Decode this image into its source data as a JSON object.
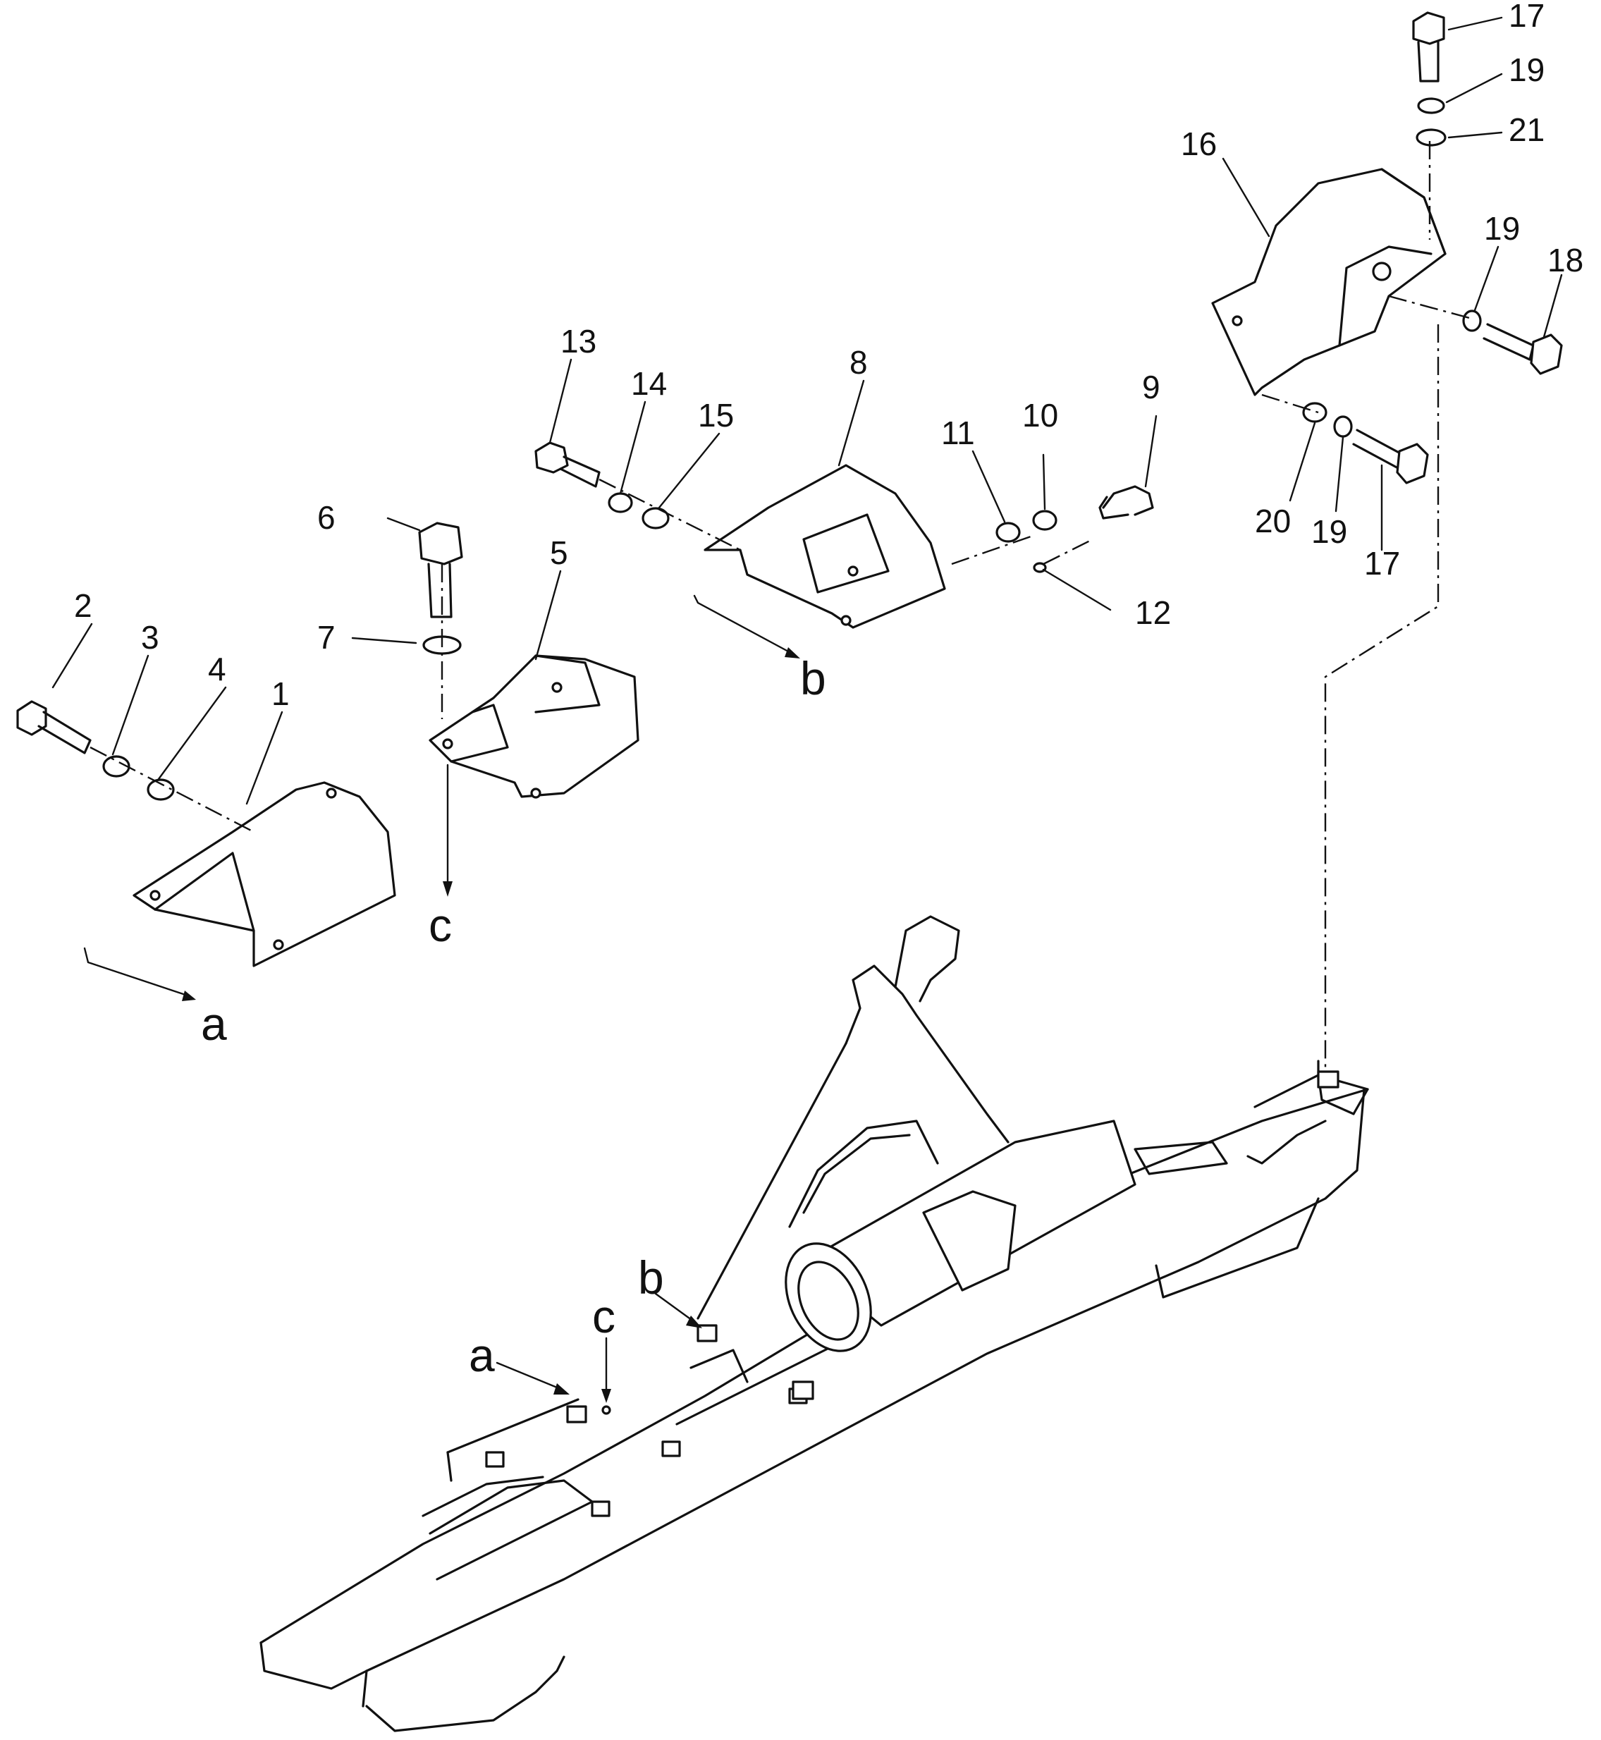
{
  "callouts": [
    {
      "id": "c2",
      "text": "2"
    },
    {
      "id": "c3",
      "text": "3"
    },
    {
      "id": "c4",
      "text": "4"
    },
    {
      "id": "c1",
      "text": "1"
    },
    {
      "id": "c6",
      "text": "6"
    },
    {
      "id": "c7",
      "text": "7"
    },
    {
      "id": "c5",
      "text": "5"
    },
    {
      "id": "c13",
      "text": "13"
    },
    {
      "id": "c14",
      "text": "14"
    },
    {
      "id": "c15",
      "text": "15"
    },
    {
      "id": "c8",
      "text": "8"
    },
    {
      "id": "c11",
      "text": "11"
    },
    {
      "id": "c10",
      "text": "10"
    },
    {
      "id": "c9",
      "text": "9"
    },
    {
      "id": "c12",
      "text": "12"
    },
    {
      "id": "c16",
      "text": "16"
    },
    {
      "id": "c17a",
      "text": "17"
    },
    {
      "id": "c19a",
      "text": "19"
    },
    {
      "id": "c21",
      "text": "21"
    },
    {
      "id": "c19b",
      "text": "19"
    },
    {
      "id": "c18",
      "text": "18"
    },
    {
      "id": "c20",
      "text": "20"
    },
    {
      "id": "c19c",
      "text": "19"
    },
    {
      "id": "c17b",
      "text": "17"
    }
  ],
  "refs": [
    {
      "id": "ra",
      "text": "a"
    },
    {
      "id": "rb",
      "text": "b"
    },
    {
      "id": "rc",
      "text": "c"
    },
    {
      "id": "ra2",
      "text": "a"
    },
    {
      "id": "rb2",
      "text": "b"
    },
    {
      "id": "rc2",
      "text": "c"
    }
  ]
}
